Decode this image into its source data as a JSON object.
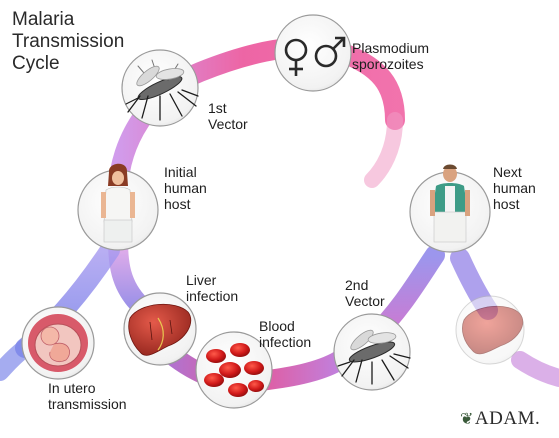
{
  "diagram": {
    "title": [
      "Malaria",
      "Transmission",
      "Cycle"
    ],
    "nodes": {
      "plasmodium": {
        "label": [
          "Plasmodium",
          "sporozoites"
        ],
        "icon": "female-male-symbols-icon"
      },
      "first_vector": {
        "label": [
          "1st",
          "Vector"
        ],
        "icon": "mosquito-icon"
      },
      "initial_host": {
        "label": [
          "Initial",
          "human",
          "host"
        ],
        "icon": "woman-icon"
      },
      "next_host": {
        "label": [
          "Next",
          "human",
          "host"
        ],
        "icon": "man-icon"
      },
      "liver": {
        "label": [
          "Liver",
          "infection"
        ],
        "icon": "liver-icon"
      },
      "blood": {
        "label": [
          "Blood",
          "infection"
        ],
        "icon": "red-blood-cells-icon"
      },
      "second_vector": {
        "label": [
          "2nd",
          "Vector"
        ],
        "icon": "mosquito-icon"
      },
      "utero": {
        "label": [
          "In utero",
          "transmission"
        ],
        "icon": "fetus-icon"
      },
      "next_liver": {
        "label": [],
        "icon": "liver-icon"
      }
    },
    "logo": {
      "text": "ADAM.",
      "icon": "leaf-icon"
    },
    "colors": {
      "path_pink": "#e23a86",
      "path_purple": "#8a5fd1",
      "path_blue": "#7a86e6",
      "blood_red": "#d11a1a",
      "liver_red": "#b8322a"
    }
  }
}
